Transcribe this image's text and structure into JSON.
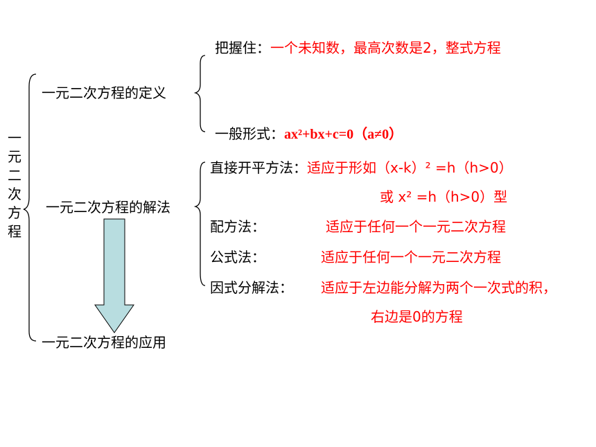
{
  "root": "一元二次方程",
  "branches": {
    "definition": "一元二次方程的定义",
    "solutions": "一元二次方程的解法",
    "application": "一元二次方程的应用"
  },
  "definition": {
    "grasp_label": "把握住：",
    "grasp_text": "一个未知数，最高次数是2，整式方程",
    "general_label": "一般形式：",
    "general_text": "ax²+bx+c=0（a≠0）"
  },
  "methods": {
    "direct_label": "直接开平方法：",
    "direct_text": "适应于形如（x-k）² =h（h>0）",
    "direct_text2": "或  x² =h（h>0）型",
    "complete_label": "配方法：",
    "complete_text": "适应于任何一个一元二次方程",
    "formula_label": "公式法：",
    "formula_text": "适应于任何一个一元二次方程",
    "factor_label": "因式分解法：",
    "factor_text": "适应于左边能分解为两个一次式的积，",
    "factor_text2": "右边是0的方程"
  },
  "colors": {
    "highlight": "#ff0000",
    "arrow_fill": "#b8dde0"
  }
}
